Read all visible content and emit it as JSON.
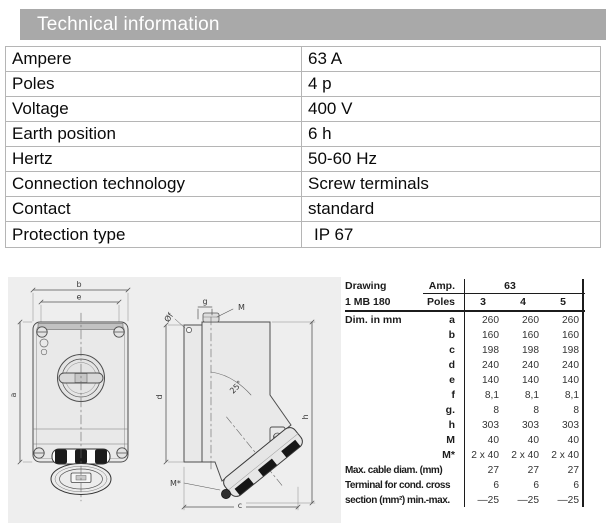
{
  "header": {
    "title": "Technical information"
  },
  "spec_table": {
    "rows": [
      {
        "label": "Ampere",
        "value": "63 A"
      },
      {
        "label": "Poles",
        "value": "4 p"
      },
      {
        "label": "Voltage",
        "value": "400 V"
      },
      {
        "label": "Earth position",
        "value": "6 h"
      },
      {
        "label": "Hertz",
        "value": "50-60 Hz"
      },
      {
        "label": "Connection technology",
        "value": "Screw terminals"
      },
      {
        "label": "Contact",
        "value": "standard"
      },
      {
        "label": "Protection type",
        "value": "IP 67"
      }
    ]
  },
  "drawing": {
    "dimension_labels": {
      "front_width": "b",
      "front_inner_width": "e",
      "front_height": "a",
      "side_depth": "d",
      "side_height": "h",
      "side_bottom": "c",
      "top_offset": "g",
      "gland_top": "M",
      "gland_bottom": "M*",
      "hole_diameter": "Øf",
      "socket_angle": "25°"
    }
  },
  "dim_table": {
    "drawing_label": "Drawing",
    "drawing_number": "1 MB 180",
    "amp_label": "Amp.",
    "amp_value": "63",
    "poles_label": "Poles",
    "poles_values": [
      "3",
      "4",
      "5"
    ],
    "rows": [
      {
        "label": "Dim. in mm",
        "dim": "a",
        "values": [
          "260",
          "260",
          "260"
        ]
      },
      {
        "dim": "b",
        "values": [
          "160",
          "160",
          "160"
        ]
      },
      {
        "dim": "c",
        "values": [
          "198",
          "198",
          "198"
        ]
      },
      {
        "dim": "d",
        "values": [
          "240",
          "240",
          "240"
        ]
      },
      {
        "dim": "e",
        "values": [
          "140",
          "140",
          "140"
        ]
      },
      {
        "dim": "f",
        "values": [
          "8,1",
          "8,1",
          "8,1"
        ]
      },
      {
        "dim": "g.",
        "values": [
          "8",
          "8",
          "8"
        ]
      },
      {
        "dim": "h",
        "values": [
          "303",
          "303",
          "303"
        ]
      },
      {
        "dim": "M",
        "values": [
          "40",
          "40",
          "40"
        ]
      },
      {
        "dim": "M*",
        "values": [
          "2 x 40",
          "2 x 40",
          "2 x 40"
        ]
      },
      {
        "long_label": "Max. cable diam. (mm)",
        "values": [
          "27",
          "27",
          "27"
        ]
      },
      {
        "long_label": "Terminal for cond. cross",
        "values": [
          "6",
          "6",
          "6"
        ]
      },
      {
        "long_label": "section (mm²) min.-max.",
        "values": [
          "—25",
          "—25",
          "—25"
        ]
      }
    ]
  }
}
